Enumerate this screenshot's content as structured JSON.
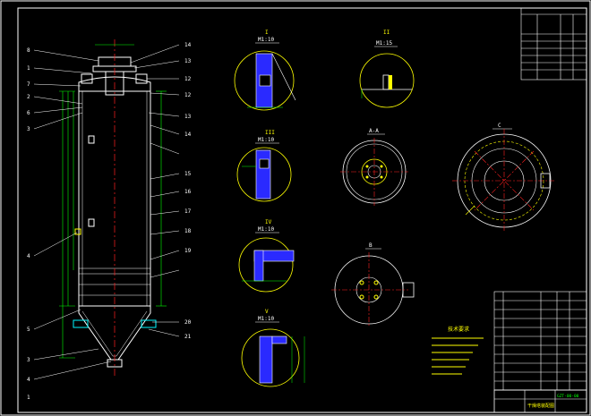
{
  "colors": {
    "background": "#000000",
    "frame": "#ffffff",
    "vessel": "#ffffff",
    "dimension": "#00ff00",
    "center_line": "#ff2020",
    "hatch": "#2a2aff",
    "note_text": "#ffff00",
    "label": "#ffff00",
    "table_line": "#ffffff",
    "table_text": "#00ff00"
  },
  "main_view": {
    "leaders_left": [
      "8",
      "1",
      "7",
      "2",
      "6",
      "3",
      "4",
      "5",
      "3",
      "4",
      "1"
    ],
    "leaders_right": [
      "14",
      "13",
      "12",
      "12",
      "13",
      "14",
      "15",
      "16",
      "17",
      "18",
      "19",
      "20",
      "21"
    ]
  },
  "details": {
    "detail_1": {
      "label": "I",
      "scale": "M1:10"
    },
    "detail_2": {
      "label": "II",
      "scale": "M1:15"
    },
    "detail_3": {
      "label": "III",
      "scale": "M1:10"
    },
    "detail_4": {
      "label": "IV",
      "scale": "M1:10"
    },
    "detail_5": {
      "label": "V",
      "scale": "M1:10"
    },
    "section_a": {
      "label": "A-A"
    },
    "section_b": {
      "label": "B"
    },
    "section_c": {
      "label": "C"
    }
  },
  "notes": {
    "title": "技术要求"
  },
  "title_block": {
    "drawing_title": "干燥塔装配图",
    "drawing_number": "GZT-00-00"
  }
}
